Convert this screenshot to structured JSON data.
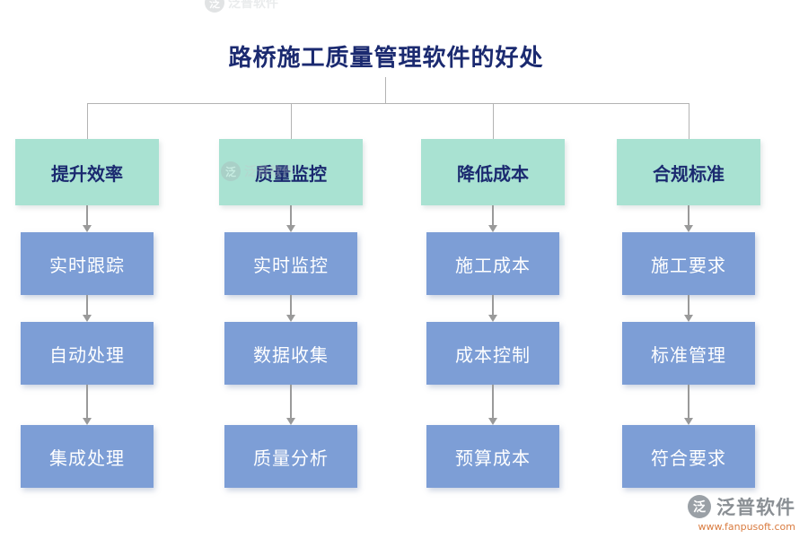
{
  "title": "路桥施工质量管理软件的好处",
  "columns": [
    {
      "header": "提升效率",
      "items": [
        "实时跟踪",
        "自动处理",
        "集成处理"
      ]
    },
    {
      "header": "质量监控",
      "items": [
        "实时监控",
        "数据收集",
        "质量分析"
      ]
    },
    {
      "header": "降低成本",
      "items": [
        "施工成本",
        "成本控制",
        "预算成本"
      ]
    },
    {
      "header": "合规标准",
      "items": [
        "施工要求",
        "标准管理",
        "符合要求"
      ]
    }
  ],
  "footer": {
    "brand": "泛普软件",
    "url": "www.fanpusoft.com",
    "logo_glyph": "泛"
  },
  "colors": {
    "title_text": "#1b2a70",
    "header_bg": "#a9e2d2",
    "box_bg": "#7d9ed6",
    "box_text": "#ffffff",
    "connector": "#9a9a9a",
    "brand_text": "#8a8f94",
    "url_text": "#d97b3f"
  }
}
